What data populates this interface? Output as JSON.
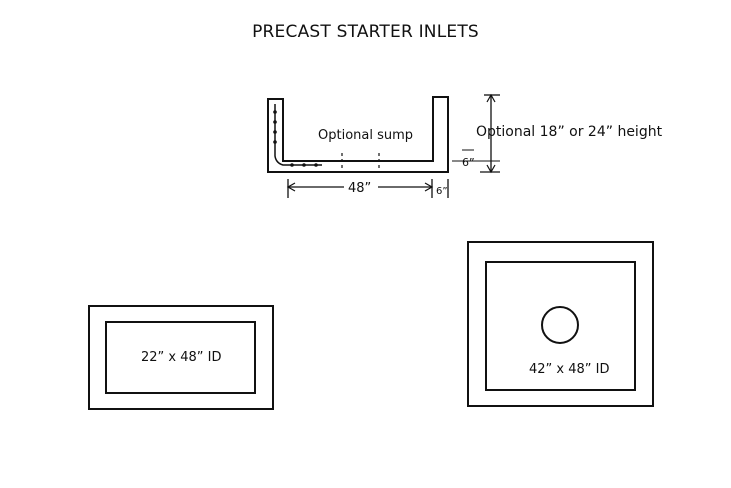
{
  "title": "PRECAST STARTER INLETS",
  "section_view": {
    "sump_label": "Optional sump",
    "height_label": "Optional 18” or 24” height",
    "base_thickness_label": "6”",
    "width_label": "48”",
    "wall_thickness_label": "6”"
  },
  "plan_small": {
    "label": "22” x 48” ID"
  },
  "plan_large": {
    "label": "42” x 48” ID"
  }
}
